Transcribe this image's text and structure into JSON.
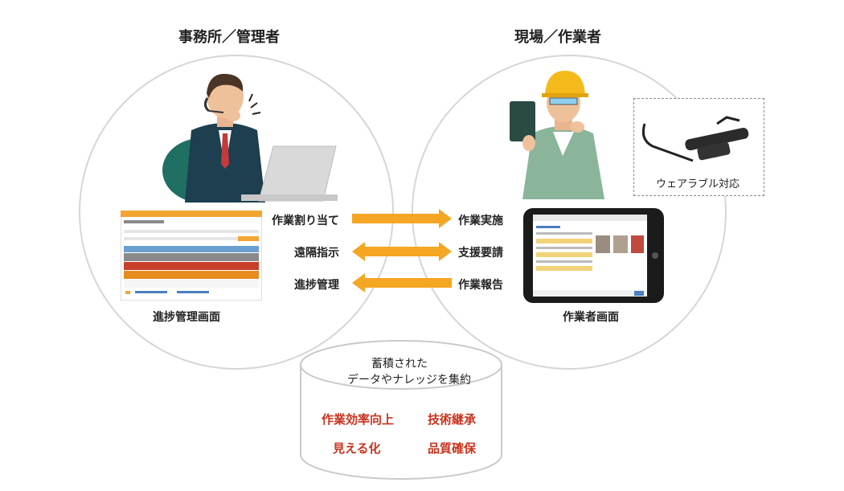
{
  "left": {
    "title": "事務所／管理者",
    "caption": "進捗管理画面"
  },
  "right": {
    "title": "現場／作業者",
    "caption": "作業者画面",
    "wearable": "ウェアラブル対応"
  },
  "arrows": [
    {
      "left": "作業割り当て",
      "right": "作業実施",
      "direction": "right"
    },
    {
      "left": "遠隔指示",
      "right": "支援要請",
      "direction": "both"
    },
    {
      "left": "進捗管理",
      "right": "作業報告",
      "direction": "left"
    }
  ],
  "database": {
    "line1": "蓄積された",
    "line2": "データやナレッジを集約",
    "items": [
      "作業効率向上",
      "技術継承",
      "見える化",
      "品質確保"
    ]
  },
  "colors": {
    "arrow": "#f5a623",
    "accent": "#c8341f",
    "circle": "#d6d6d6"
  }
}
